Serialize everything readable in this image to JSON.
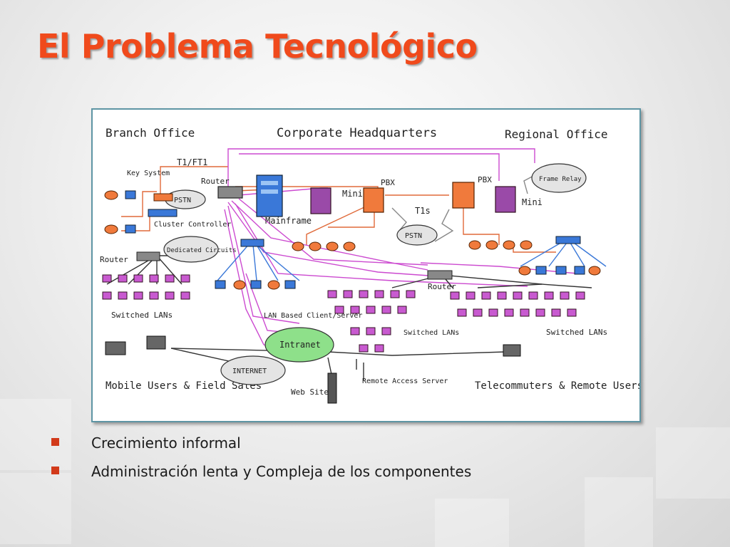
{
  "slide": {
    "title": "El Problema Tecnológico"
  },
  "diagram": {
    "labels": {
      "branch_office": "Branch Office",
      "corporate_hq": "Corporate Headquarters",
      "regional_office": "Regional Office",
      "t1_ft1": "T1/FT1",
      "key_system": "Key System",
      "pstn_left": "PSTN",
      "router_top": "Router",
      "cluster_controller": "Cluster Controller",
      "dedicated_circuits": "Dedicated Circuits",
      "router_left": "Router",
      "switched_lans_left": "Switched LANs",
      "mainframe": "Mainframe",
      "mini_left": "Mini",
      "pbx_left": "PBX",
      "t1s": "T1s",
      "pstn_center": "PSTN",
      "pbx_right": "PBX",
      "mini_right": "Mini",
      "frame_relay": "Frame Relay",
      "router_right": "Router",
      "lan_based": "LAN Based Client/Server",
      "switched_lans_center": "Switched LANs",
      "switched_lans_right": "Switched LANs",
      "intranet": "Intranet",
      "internet": "INTERNET",
      "mobile_users": "Mobile Users & Field Sales",
      "web_sites": "Web Sites",
      "remote_access": "Remote Access Server",
      "telecommuters": "Telecommuters & Remote Users"
    }
  },
  "bullets": [
    {
      "text": "Crecimiento informal"
    },
    {
      "text": "Administración lenta y Compleja de los componentes"
    }
  ],
  "colors": {
    "title": "#f04a1c",
    "bullet_marker": "#d23a1a",
    "frame_border": "#5e95a4",
    "pbx_orange": "#f07a3c",
    "mini_purple": "#9a4aa8",
    "mainframe_blue": "#3a78d8",
    "link_magenta": "#cc4ad0",
    "cloud_green": "#8ee08a"
  }
}
